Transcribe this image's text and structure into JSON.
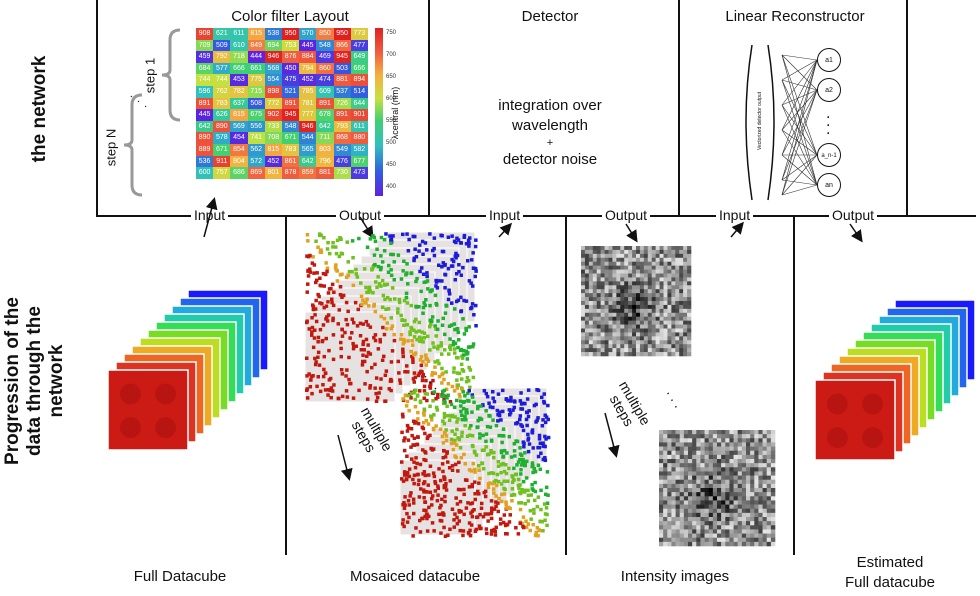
{
  "row_labels": {
    "top": "the network",
    "bottom": "Progression of the data through the network"
  },
  "stages": {
    "color_filter": {
      "title": "Color filter Layout",
      "step_1": "step 1",
      "step_n": "step N",
      "dots": ". . ."
    },
    "detector": {
      "title": "Detector",
      "line1": "integration over",
      "line2": "wavelength",
      "line3": "+",
      "line4": "detector noise"
    },
    "reconstructor": {
      "title": "Linear Reconstructor",
      "vector_label": "Vectorized detector output",
      "neurons": [
        "a1",
        "a2",
        "a_n-1",
        "an"
      ],
      "dots": ":"
    }
  },
  "colorbar": {
    "label": "λcentral (nm)",
    "ticks": [
      "750",
      "700",
      "650",
      "600",
      "550",
      "500",
      "450",
      "400"
    ]
  },
  "io_labels": {
    "input": "Input",
    "output": "Output"
  },
  "filter_grid": [
    [
      "908",
      "621",
      "611",
      "815",
      "538",
      "950",
      "570",
      "850",
      "950",
      "773"
    ],
    [
      "709",
      "509",
      "610",
      "849",
      "694",
      "753",
      "445",
      "548",
      "866",
      "477"
    ],
    [
      "459",
      "792",
      "718",
      "444",
      "946",
      "876",
      "884",
      "469",
      "945",
      "649"
    ],
    [
      "684",
      "577",
      "666",
      "661",
      "568",
      "450",
      "794",
      "860",
      "503",
      "666"
    ],
    [
      "744",
      "744",
      "453",
      "775",
      "554",
      "475",
      "452",
      "474",
      "881",
      "894"
    ],
    [
      "596",
      "762",
      "782",
      "715",
      "898",
      "521",
      "785",
      "609",
      "537",
      "514"
    ],
    [
      "891",
      "783",
      "637",
      "508",
      "772",
      "891",
      "781",
      "891",
      "726",
      "644"
    ],
    [
      "445",
      "626",
      "815",
      "675",
      "902",
      "945",
      "777",
      "678",
      "891",
      "901"
    ],
    [
      "642",
      "890",
      "569",
      "556",
      "733",
      "548",
      "946",
      "642",
      "793",
      "611"
    ],
    [
      "890",
      "578",
      "454",
      "741",
      "708",
      "671",
      "544",
      "711",
      "868",
      "880"
    ],
    [
      "889",
      "671",
      "854",
      "562",
      "815",
      "783",
      "565",
      "803",
      "549",
      "582"
    ],
    [
      "536",
      "911",
      "804",
      "572",
      "452",
      "861",
      "642",
      "796",
      "476",
      "677"
    ],
    [
      "600",
      "757",
      "686",
      "869",
      "801",
      "878",
      "859",
      "881",
      "730",
      "473"
    ]
  ],
  "mosaic": {
    "dots": ". . .",
    "steps_label": "multiple steps"
  },
  "intensity": {
    "dots": ". . .",
    "steps_label": "multiple steps"
  },
  "captions": {
    "full_datacube": "Full Datacube",
    "mosaiced_datacube": "Mosaiced datacube",
    "intensity_images": "Intensity images",
    "estimated_line1": "Estimated",
    "estimated_line2": "Full datacube"
  }
}
